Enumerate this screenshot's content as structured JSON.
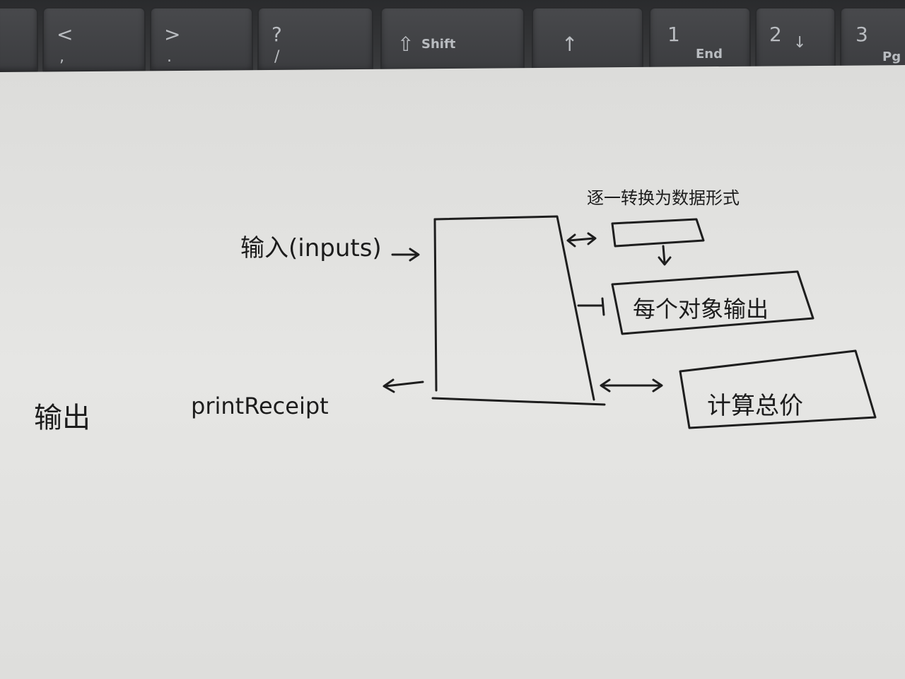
{
  "keyboard": {
    "keys": [
      {
        "main": "<",
        "sub": ","
      },
      {
        "main": ">",
        "sub": "."
      },
      {
        "main": "?",
        "sub": "/"
      },
      {
        "main": "⇧",
        "label": "Shift"
      },
      {
        "main": "↑"
      },
      {
        "main": "1",
        "label": "End"
      },
      {
        "main": "2",
        "sub": "↓"
      },
      {
        "main": "3",
        "label": "Pg"
      }
    ]
  },
  "sketch": {
    "input_label": "输入(inputs)",
    "output_label": "输出",
    "output_fn": "printReceipt",
    "top_note": "逐一转换为数据形式",
    "step_box_2": "每个对象输出",
    "step_box_3": "计算总价"
  }
}
